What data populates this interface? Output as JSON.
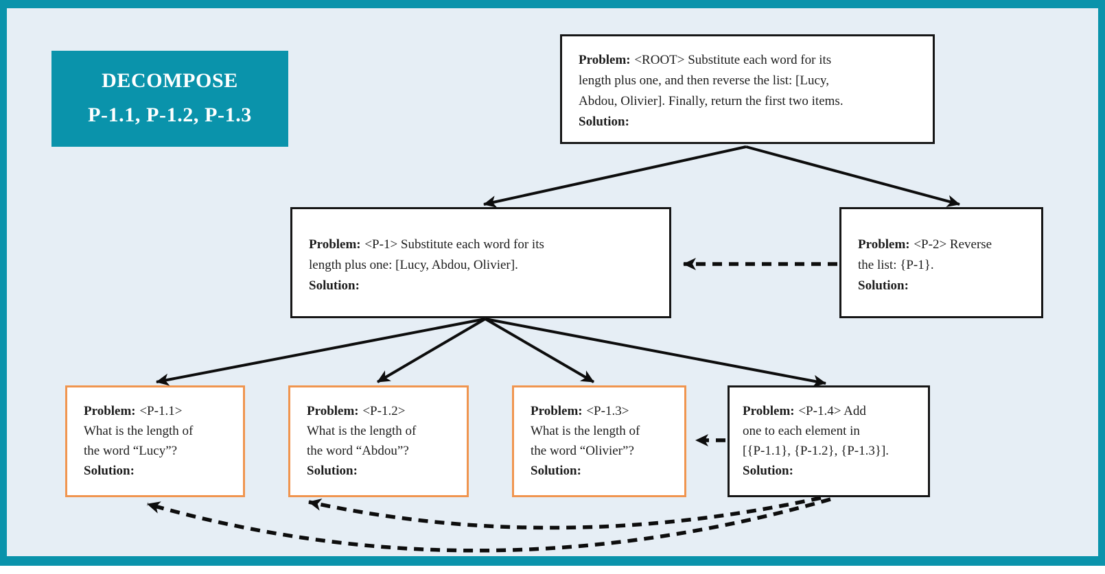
{
  "colors": {
    "teal": "#0a93ab",
    "background": "#e6eef5",
    "orange": "#f0954f",
    "ink": "#161616",
    "box_bg": "#ffffff"
  },
  "badge": {
    "line1": "DECOMPOSE",
    "line2": "P-1.1, P-1.2, P-1.3"
  },
  "labels": {
    "problem": "Problem:",
    "solution": "Solution:"
  },
  "nodes": [
    {
      "id": "ROOT",
      "problem": "<ROOT> Substitute each word for its\nlength plus one, and then reverse the list: [Lucy,\nAbdou, Olivier]. Finally, return the first two items."
    },
    {
      "id": "P-1",
      "problem": "<P-1> Substitute each word for its\nlength plus one: [Lucy, Abdou, Olivier]."
    },
    {
      "id": "P-2",
      "problem": "<P-2> Reverse\nthe list: {P-1}."
    },
    {
      "id": "P-1.1",
      "problem": "<P-1.1>\nWhat is the length of\nthe word “Lucy”?"
    },
    {
      "id": "P-1.2",
      "problem": "<P-1.2>\nWhat is the length of\nthe word “Abdou”?"
    },
    {
      "id": "P-1.3",
      "problem": "<P-1.3>\nWhat is the length of\nthe word “Olivier”?"
    },
    {
      "id": "P-1.4",
      "problem": "<P-1.4> Add\none to each element in\n[{P-1.1}, {P-1.2}, {P-1.3}]."
    }
  ],
  "edges": [
    {
      "from": "ROOT",
      "to": "P-1",
      "style": "solid"
    },
    {
      "from": "ROOT",
      "to": "P-2",
      "style": "solid"
    },
    {
      "from": "P-1",
      "to": "P-1.1",
      "style": "solid"
    },
    {
      "from": "P-1",
      "to": "P-1.2",
      "style": "solid"
    },
    {
      "from": "P-1",
      "to": "P-1.3",
      "style": "solid"
    },
    {
      "from": "P-1",
      "to": "P-1.4",
      "style": "solid"
    },
    {
      "from": "P-2",
      "to": "P-1",
      "style": "dashed"
    },
    {
      "from": "P-1.4",
      "to": "P-1.3",
      "style": "dashed"
    },
    {
      "from": "P-1.4",
      "to": "P-1.2",
      "style": "dashed"
    },
    {
      "from": "P-1.4",
      "to": "P-1.1",
      "style": "dashed"
    }
  ]
}
